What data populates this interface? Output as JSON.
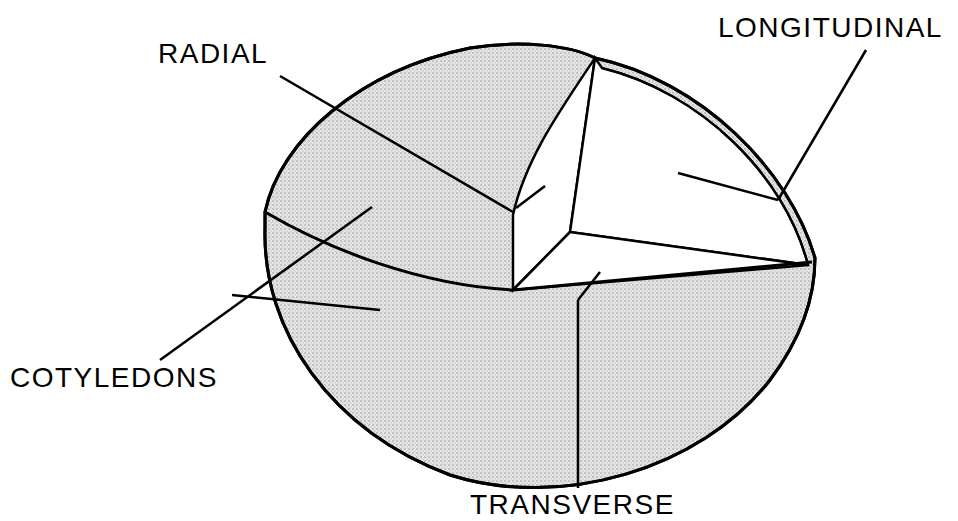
{
  "diagram": {
    "labels": [
      "LONGITUDINAL",
      "RADIAL",
      "COTYLEDONS",
      "TRANSVERSE"
    ]
  }
}
